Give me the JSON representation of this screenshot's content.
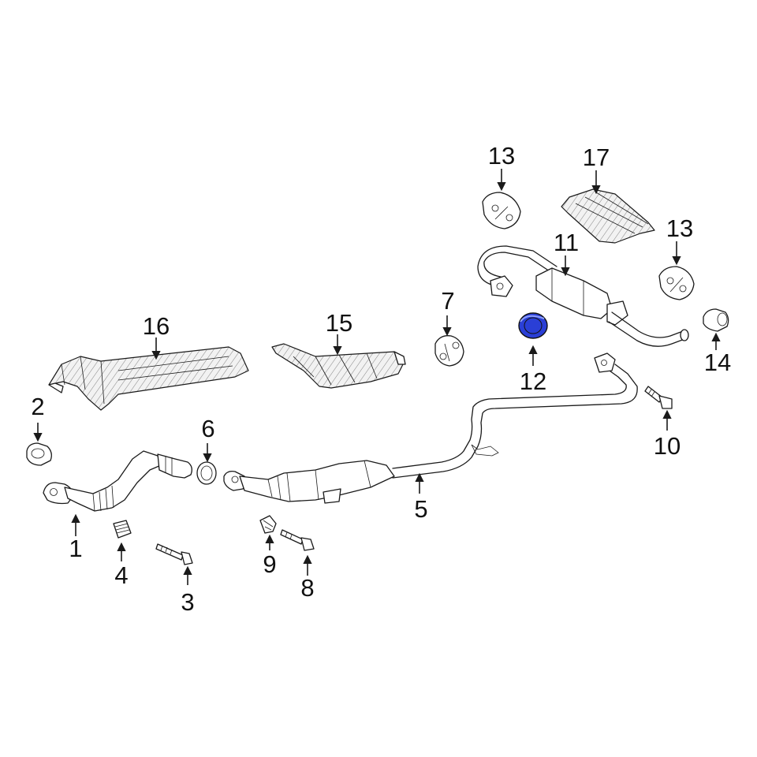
{
  "highlight_color": "#2a3fd6",
  "line_color": "#1a1a1a",
  "callouts": [
    {
      "id": "1",
      "label": "1"
    },
    {
      "id": "2",
      "label": "2"
    },
    {
      "id": "3",
      "label": "3"
    },
    {
      "id": "4",
      "label": "4"
    },
    {
      "id": "5",
      "label": "5"
    },
    {
      "id": "6",
      "label": "6"
    },
    {
      "id": "7",
      "label": "7"
    },
    {
      "id": "8",
      "label": "8"
    },
    {
      "id": "9",
      "label": "9"
    },
    {
      "id": "10",
      "label": "10"
    },
    {
      "id": "11",
      "label": "11"
    },
    {
      "id": "12",
      "label": "12"
    },
    {
      "id": "13a",
      "label": "13"
    },
    {
      "id": "13b",
      "label": "13"
    },
    {
      "id": "14",
      "label": "14"
    },
    {
      "id": "15",
      "label": "15"
    },
    {
      "id": "16",
      "label": "16"
    },
    {
      "id": "17",
      "label": "17"
    }
  ]
}
